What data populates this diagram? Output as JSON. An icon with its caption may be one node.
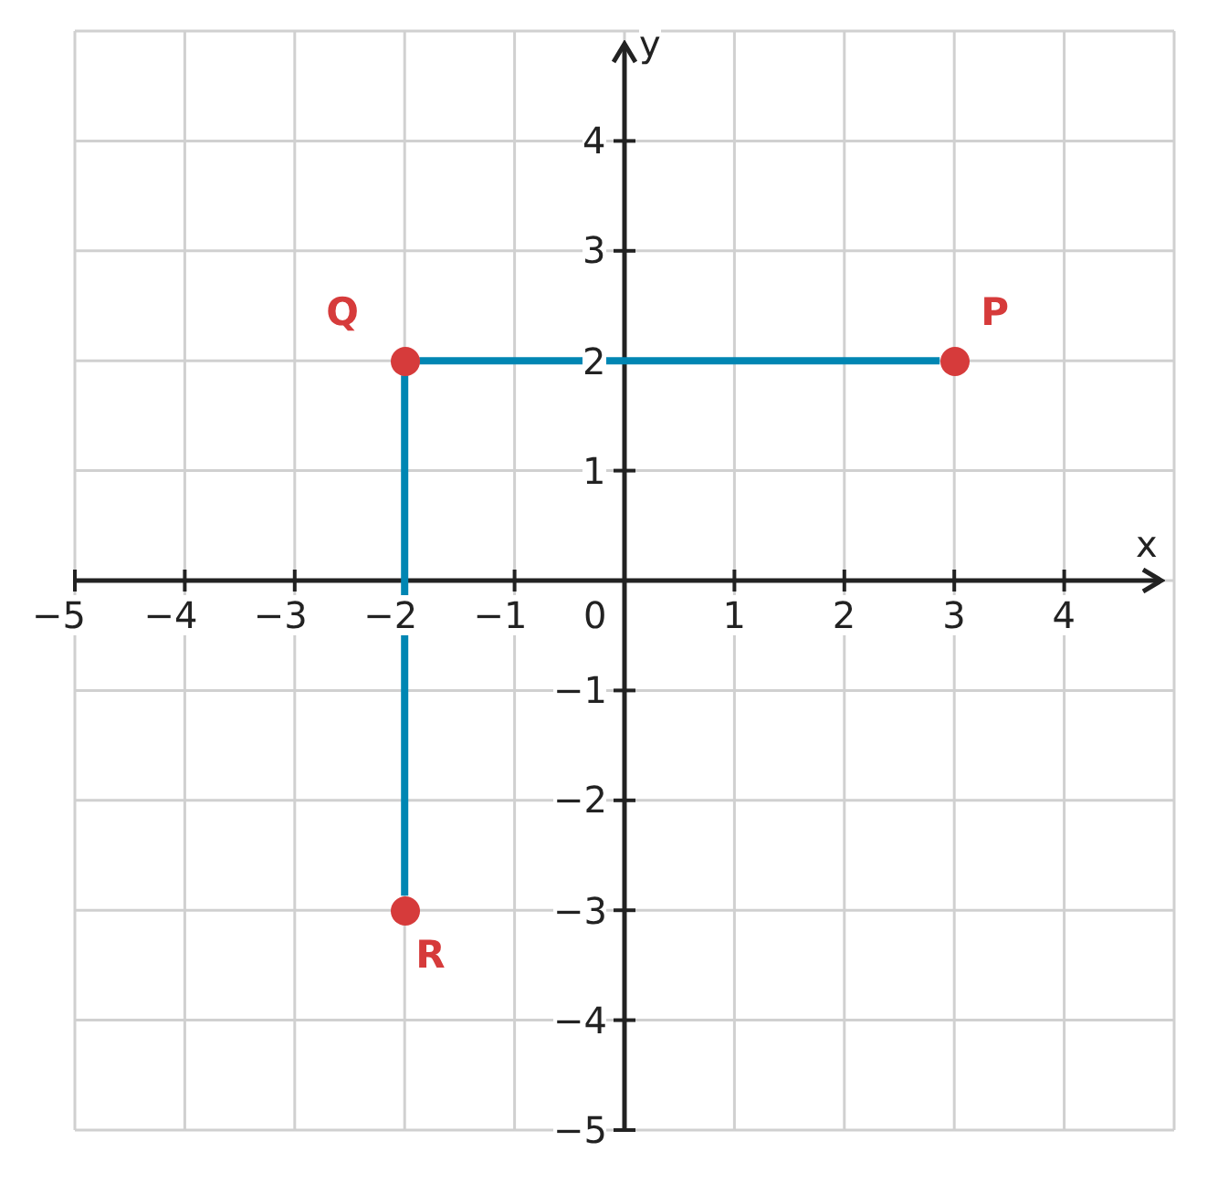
{
  "diagram": {
    "nodes": [
      {
        "text": [
          "P"
        ]
      },
      {
        "text": [
          "Q"
        ]
      },
      {
        "text": [
          "R"
        ]
      }
    ],
    "edges": [
      {
        "from": 1,
        "to": 0,
        "arrow": "none"
      },
      {
        "from": 1,
        "to": 2,
        "arrow": "none"
      }
    ],
    "labels": [
      "y",
      "4",
      "3",
      "2",
      "1",
      "x",
      "−5",
      "−4",
      "−3",
      "−2",
      "−1",
      "0",
      "1",
      "2",
      "3",
      "4",
      "−1",
      "−2",
      "−3",
      "−4",
      "−5"
    ]
  }
}
